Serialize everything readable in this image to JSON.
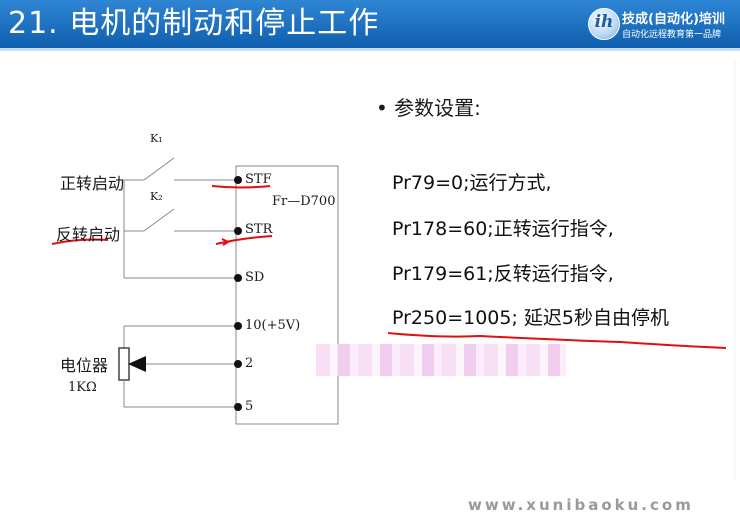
{
  "slide": {
    "title": "21. 电机的制动和停止工作"
  },
  "brand": {
    "logo_mark": "ih",
    "name": "技成(自动化)培训",
    "slogan": "自动化远程教育第一品牌"
  },
  "diagram": {
    "switch_k1": "K₁",
    "switch_k2": "K₂",
    "label_forward": "正转启动",
    "label_reverse": "反转启动",
    "inverter_model": "Fr—D700",
    "terminal_stf": "STF",
    "terminal_str": "STR",
    "terminal_sd": "SD",
    "terminal_10": "10(+5V)",
    "terminal_2": "2",
    "terminal_5": "5",
    "pot_label": "电位器",
    "pot_value": "1KΩ"
  },
  "parameters": {
    "heading": "参数设置:",
    "items": [
      "Pr79=0;运行方式,",
      "Pr178=60;正转运行指令,",
      "Pr179=61;反转运行指令,",
      "Pr250=1005; 延迟5秒自由停机"
    ]
  },
  "footer": {
    "watermark": "www.xunibaoku.com"
  },
  "colors": {
    "header_blue": "#1f74c6",
    "annotation_red": "#e01010"
  }
}
